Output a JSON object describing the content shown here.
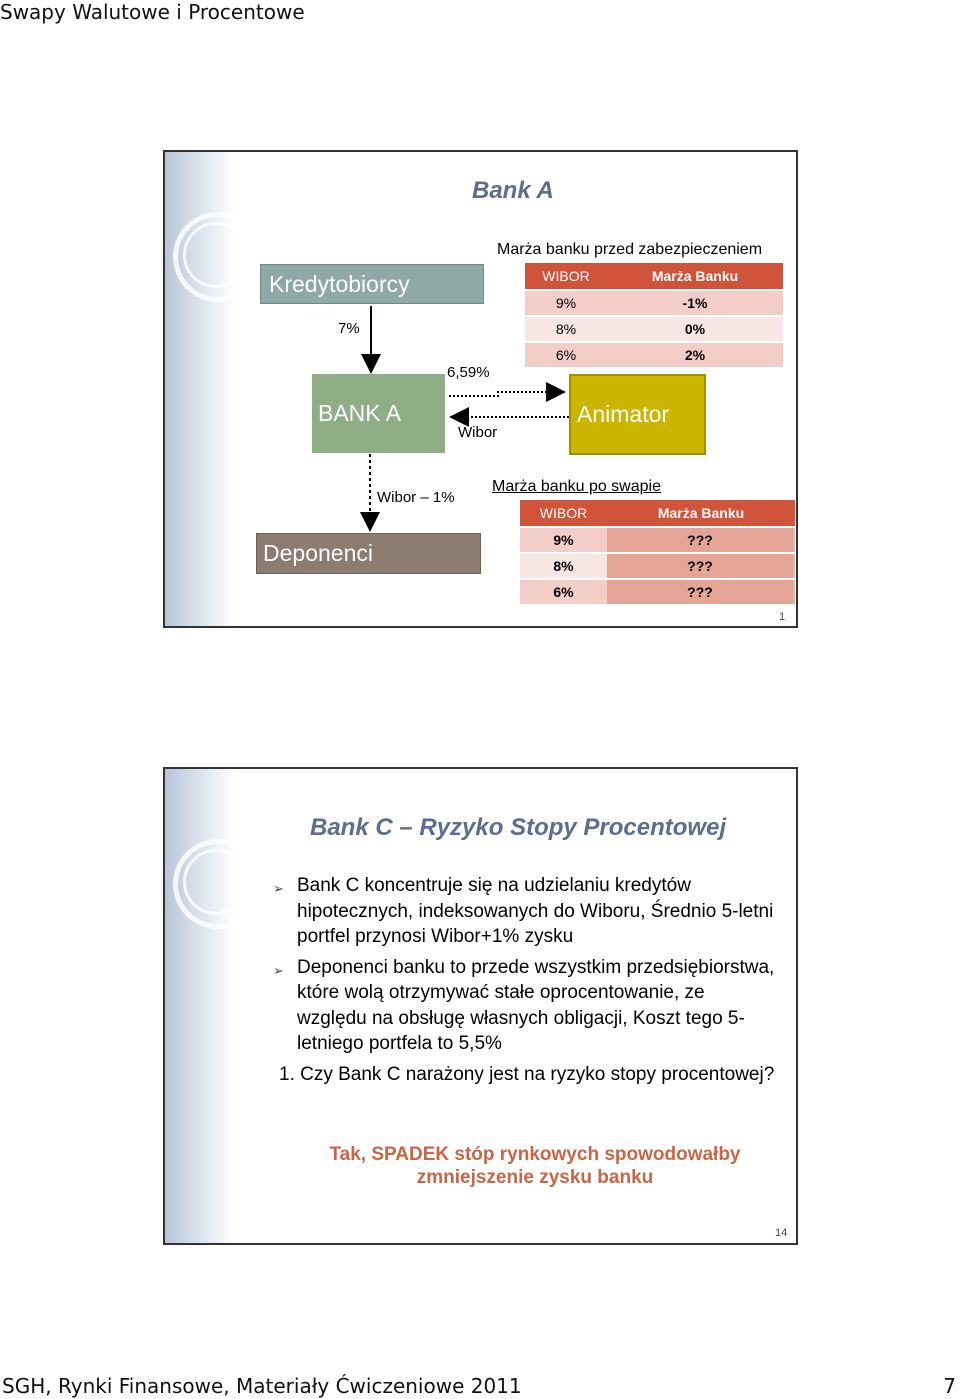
{
  "document": {
    "header_title": "Swapy Walutowe i Procentowe",
    "footer_text": "SGH, Rynki Finansowe, Materiały Ćwiczeniowe 2011",
    "page_number": "7"
  },
  "slide1": {
    "title": "Bank A",
    "borrowers": "Kredytobiorcy",
    "bank": "BANK A",
    "animator": "Animator",
    "depositors": "Deponenci",
    "rate_7": "7%",
    "rate_659": "6,59%",
    "wibor_label": "Wibor",
    "wibor_minus": "Wibor – 1%",
    "table1_caption": "Marża banku przed zabezpieczeniem",
    "table1_headers": [
      "WIBOR",
      "Marża Banku"
    ],
    "table1_rows": [
      [
        "9%",
        "-1%"
      ],
      [
        "8%",
        "0%"
      ],
      [
        "6%",
        "2%"
      ]
    ],
    "table2_caption": "Marża banku po swapie",
    "table2_headers": [
      "WIBOR",
      "Marża Banku"
    ],
    "table2_rows": [
      [
        "9%",
        "???"
      ],
      [
        "8%",
        "???"
      ],
      [
        "6%",
        "???"
      ]
    ],
    "slide_number": "1"
  },
  "slide2": {
    "title": "Bank C – Ryzyko Stopy Procentowej",
    "bullets": [
      "Bank C koncentruje się na udzielaniu kredytów hipotecznych, indeksowanych do Wiboru, Średnio 5-letni portfel przynosi Wibor+1% zysku",
      "Deponenci banku to przede wszystkim przedsiębiorstwa, które wolą otrzymywać stałe oprocentowanie, ze względu na obsługę własnych obligacji, Koszt tego 5-letniego portfela to 5,5%"
    ],
    "question": "1. Czy Bank C narażony jest na ryzyko stopy procentowej?",
    "answer_line1": "Tak, SPADEK stóp rynkowych spowodowałby",
    "answer_line2": "zmniejszenie zysku banku",
    "slide_number": "14"
  },
  "colors": {
    "borrowers_box": "#8fa9a6",
    "bank_box": "#8fae86",
    "animator_box": "#cbb500",
    "depositors_box": "#8c7b70",
    "table_header": "#d0543a",
    "table_row_dark": "#f3cdc7",
    "table_row_light": "#f8e6e3",
    "title_blue": "#5b6e90",
    "answer_orange": "#c86646"
  }
}
